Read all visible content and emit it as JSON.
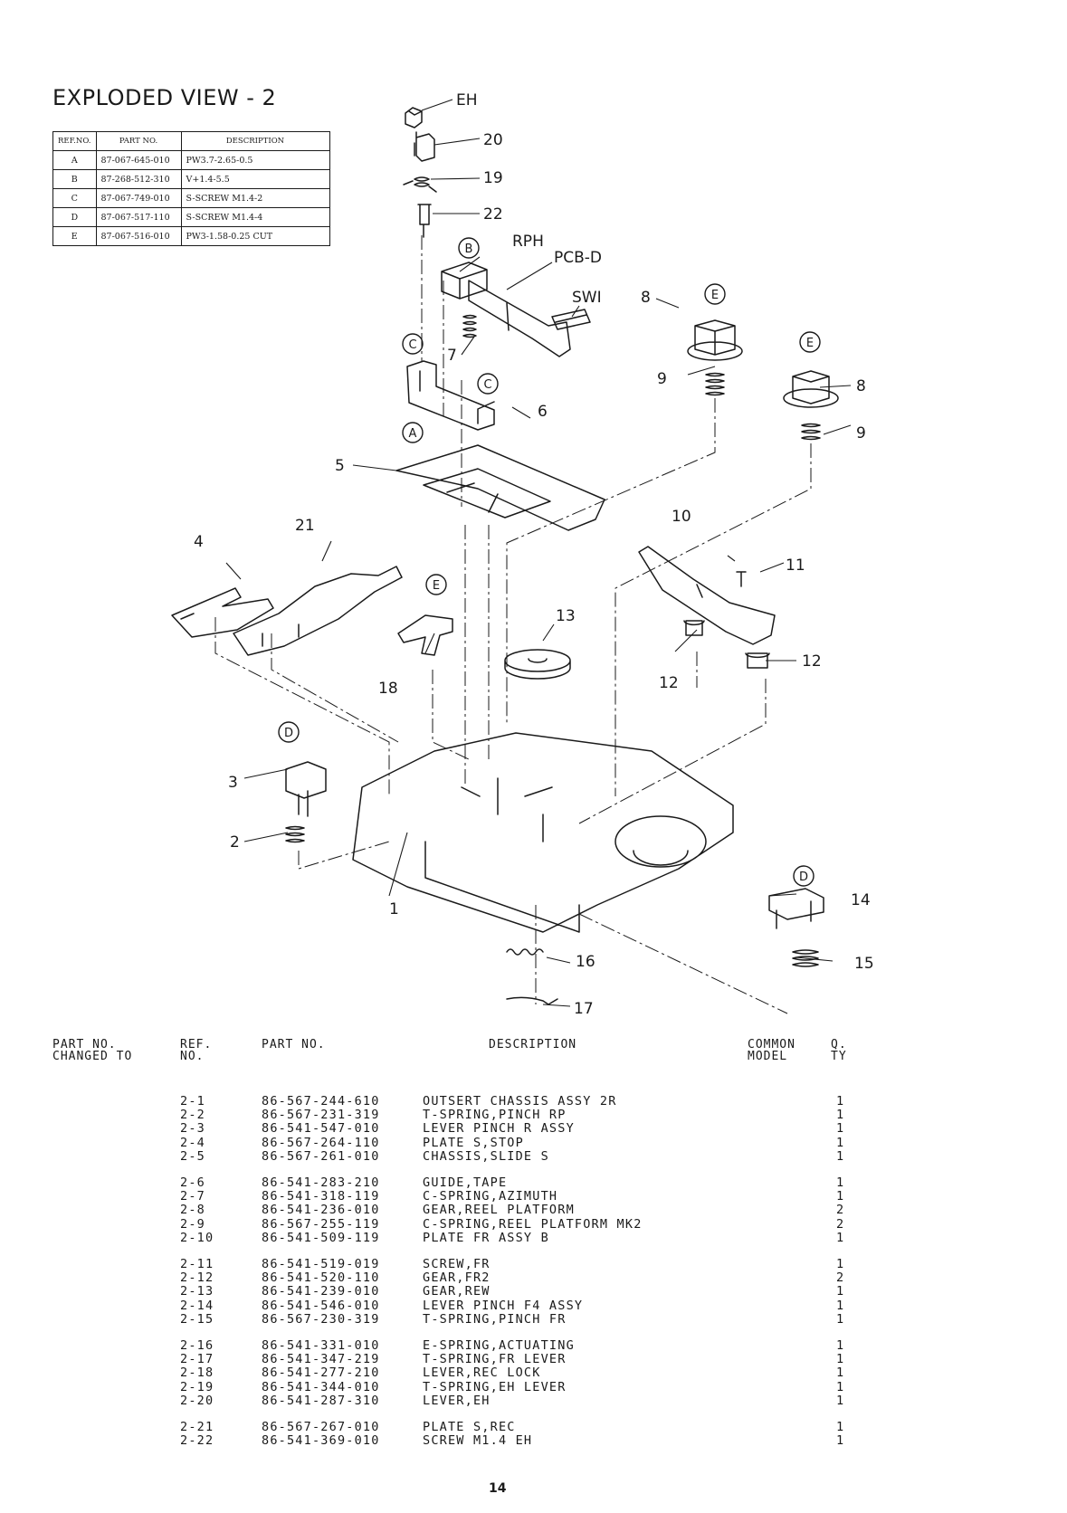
{
  "title": "EXPLODED VIEW - 2",
  "ref_table": {
    "headers": [
      "REF.NO.",
      "PART NO.",
      "DESCRIPTION"
    ],
    "rows": [
      [
        "A",
        "87-067-645-010",
        "PW3.7-2.65-0.5"
      ],
      [
        "B",
        "87-268-512-310",
        "V+1.4-5.5"
      ],
      [
        "C",
        "87-067-749-010",
        "S-SCREW M1.4-2"
      ],
      [
        "D",
        "87-067-517-110",
        "S-SCREW M1.4-4"
      ],
      [
        "E",
        "87-067-516-010",
        "PW3-1.58-0.25 CUT"
      ]
    ]
  },
  "diagram": {
    "callouts": {
      "eh": "EH",
      "n20": "20",
      "n19": "19",
      "n22": "22",
      "rph": "RPH",
      "pcbd": "PCB-D",
      "sw1": "SWI",
      "n8a": "8",
      "n8b": "8",
      "n9a": "9",
      "n9b": "9",
      "n7": "7",
      "n6": "6",
      "n5": "5",
      "n4": "4",
      "n21": "21",
      "n10": "10",
      "n11": "11",
      "n13": "13",
      "n12a": "12",
      "n12b": "12",
      "n18": "18",
      "n3": "3",
      "n2": "2",
      "n1": "1",
      "n14": "14",
      "n15": "15",
      "n16": "16",
      "n17": "17"
    },
    "circled": {
      "b": "B",
      "c1": "C",
      "c2": "C",
      "a": "A",
      "e1": "E",
      "e2": "E",
      "e3": "E",
      "d1": "D",
      "d2": "D"
    }
  },
  "parts_header": {
    "part_no_changed_to": "PART NO.\nCHANGED TO",
    "ref_no": "REF.\nNO.",
    "part_no": "PART NO.",
    "description": "DESCRIPTION",
    "common_model": "COMMON\nMODEL",
    "qty": "Q.\nTY"
  },
  "parts_groups": [
    [
      {
        "ref": "2-1",
        "part": "86-567-244-610",
        "desc": "OUTSERT CHASSIS ASSY 2R",
        "qty": "1"
      },
      {
        "ref": "2-2",
        "part": "86-567-231-319",
        "desc": "T-SPRING,PINCH RP",
        "qty": "1"
      },
      {
        "ref": "2-3",
        "part": "86-541-547-010",
        "desc": "LEVER PINCH R ASSY",
        "qty": "1"
      },
      {
        "ref": "2-4",
        "part": "86-567-264-110",
        "desc": "PLATE S,STOP",
        "qty": "1"
      },
      {
        "ref": "2-5",
        "part": "86-567-261-010",
        "desc": "CHASSIS,SLIDE S",
        "qty": "1"
      }
    ],
    [
      {
        "ref": "2-6",
        "part": "86-541-283-210",
        "desc": "GUIDE,TAPE",
        "qty": "1"
      },
      {
        "ref": "2-7",
        "part": "86-541-318-119",
        "desc": "C-SPRING,AZIMUTH",
        "qty": "1"
      },
      {
        "ref": "2-8",
        "part": "86-541-236-010",
        "desc": "GEAR,REEL PLATFORM",
        "qty": "2"
      },
      {
        "ref": "2-9",
        "part": "86-567-255-119",
        "desc": "C-SPRING,REEL PLATFORM MK2",
        "qty": "2"
      },
      {
        "ref": "2-10",
        "part": "86-541-509-119",
        "desc": "PLATE FR ASSY B",
        "qty": "1"
      }
    ],
    [
      {
        "ref": "2-11",
        "part": "86-541-519-019",
        "desc": "SCREW,FR",
        "qty": "1"
      },
      {
        "ref": "2-12",
        "part": "86-541-520-110",
        "desc": "GEAR,FR2",
        "qty": "2"
      },
      {
        "ref": "2-13",
        "part": "86-541-239-010",
        "desc": "GEAR,REW",
        "qty": "1"
      },
      {
        "ref": "2-14",
        "part": "86-541-546-010",
        "desc": "LEVER PINCH F4 ASSY",
        "qty": "1"
      },
      {
        "ref": "2-15",
        "part": "86-567-230-319",
        "desc": "T-SPRING,PINCH FR",
        "qty": "1"
      }
    ],
    [
      {
        "ref": "2-16",
        "part": "86-541-331-010",
        "desc": "E-SPRING,ACTUATING",
        "qty": "1"
      },
      {
        "ref": "2-17",
        "part": "86-541-347-219",
        "desc": "T-SPRING,FR LEVER",
        "qty": "1"
      },
      {
        "ref": "2-18",
        "part": "86-541-277-210",
        "desc": "LEVER,REC LOCK",
        "qty": "1"
      },
      {
        "ref": "2-19",
        "part": "86-541-344-010",
        "desc": "T-SPRING,EH LEVER",
        "qty": "1"
      },
      {
        "ref": "2-20",
        "part": "86-541-287-310",
        "desc": "LEVER,EH",
        "qty": "1"
      }
    ],
    [
      {
        "ref": "2-21",
        "part": "86-567-267-010",
        "desc": "PLATE S,REC",
        "qty": "1"
      },
      {
        "ref": "2-22",
        "part": "86-541-369-010",
        "desc": "SCREW M1.4 EH",
        "qty": "1"
      }
    ]
  ],
  "page_number": "14"
}
